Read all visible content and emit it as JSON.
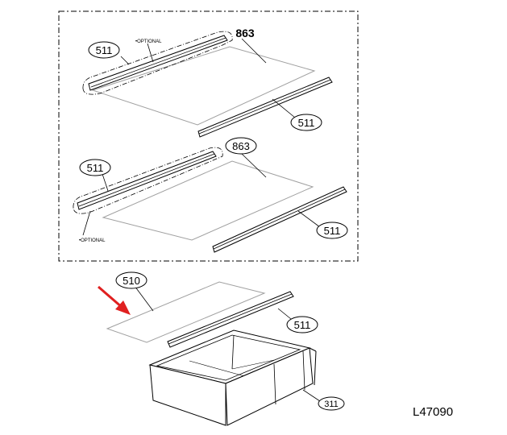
{
  "diagram": {
    "parts": {
      "shelf_upper_trim_left": "511",
      "shelf_upper_optional": "•OPTIONAL",
      "shelf_upper_glass": "863",
      "shelf_upper_trim_right": "511",
      "shelf_lower_trim_left": "511",
      "shelf_lower_glass": "863",
      "shelf_lower_optional": "•OPTIONAL",
      "shelf_lower_trim_right": "511",
      "crisper_cover": "510",
      "crisper_cover_trim": "511",
      "crisper_drawer": "311"
    },
    "drawing_code": "L47090",
    "colors": {
      "line": "#000000",
      "light_line": "#9a9a9a",
      "arrow": "#e02020"
    }
  }
}
